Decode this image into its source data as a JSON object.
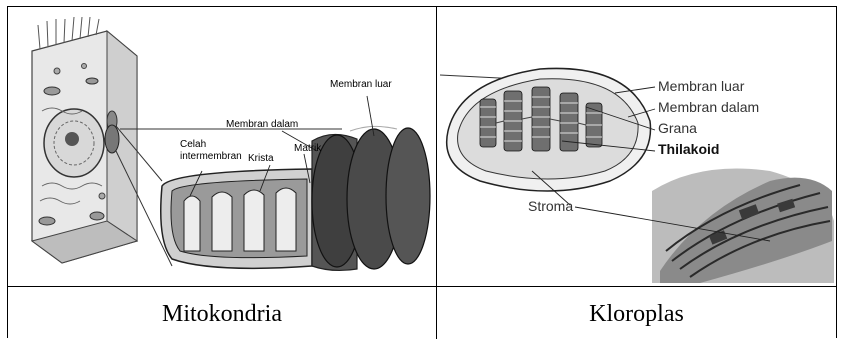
{
  "mitochondria": {
    "caption": "Mitokondria",
    "labels": {
      "outer_membrane": "Membran luar",
      "inner_membrane": "Membran dalam",
      "intermembrane_line1": "Celah",
      "intermembrane_line2": "intermembran",
      "crista": "Krista",
      "matrix": "Matrik"
    }
  },
  "chloroplast": {
    "caption": "Kloroplas",
    "labels": {
      "outer_membrane": "Membran luar",
      "inner_membrane": "Membran dalam",
      "grana": "Grana",
      "thylakoid": "Thilakoid",
      "stroma": "Stroma"
    }
  }
}
